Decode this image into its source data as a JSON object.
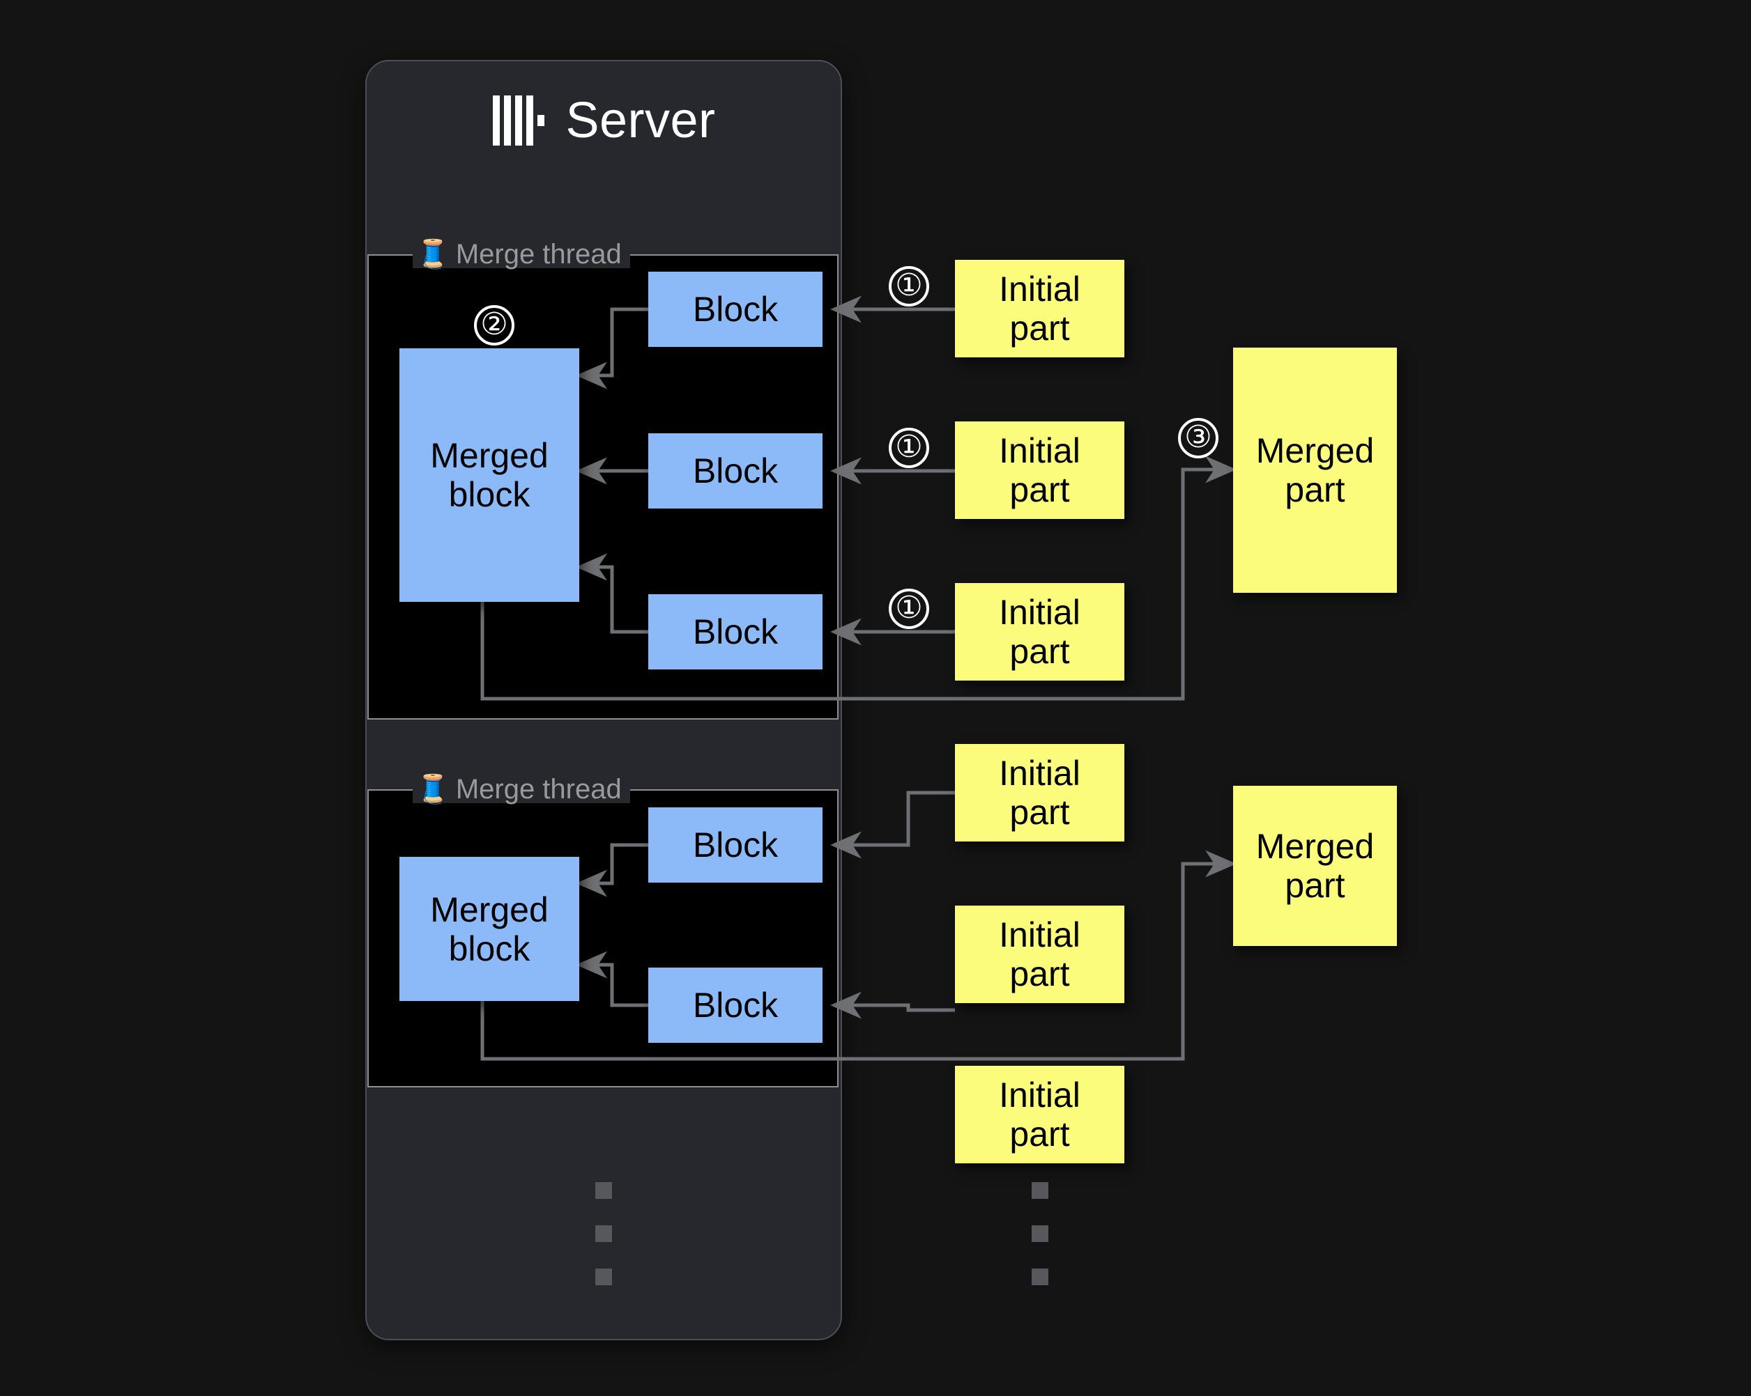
{
  "page": {
    "background_color": "#141414"
  },
  "server": {
    "title": "Server",
    "logo_icon": "clickhouse-logo-icon",
    "card_color": "#26282d",
    "border_color": "#4b4e55"
  },
  "palette": {
    "block_blue": "#8cbaf8",
    "part_yellow": "#fbfb7c",
    "wire_gray": "#6e7073",
    "label_gray": "#9a9a9a",
    "dot_gray": "#56585b"
  },
  "threads": [
    {
      "label": "Merge thread",
      "emoji": "🧵",
      "merged_block_label": "Merged\nblock",
      "merged_block_line1": "Merged",
      "merged_block_line2": "block",
      "blocks": [
        {
          "label": "Block"
        },
        {
          "label": "Block"
        },
        {
          "label": "Block"
        }
      ],
      "step_marker": "②"
    },
    {
      "label": "Merge thread",
      "emoji": "🧵",
      "merged_block_label": "Merged\nblock",
      "merged_block_line1": "Merged",
      "merged_block_line2": "block",
      "blocks": [
        {
          "label": "Block"
        },
        {
          "label": "Block"
        }
      ],
      "step_marker": ""
    }
  ],
  "initial_parts": [
    {
      "line1": "Initial",
      "line2": "part",
      "step_marker": "①"
    },
    {
      "line1": "Initial",
      "line2": "part",
      "step_marker": "①"
    },
    {
      "line1": "Initial",
      "line2": "part",
      "step_marker": "①"
    },
    {
      "line1": "Initial",
      "line2": "part",
      "step_marker": ""
    },
    {
      "line1": "Initial",
      "line2": "part",
      "step_marker": ""
    },
    {
      "line1": "Initial",
      "line2": "part",
      "step_marker": ""
    }
  ],
  "merged_parts": [
    {
      "line1": "Merged",
      "line2": "part",
      "step_marker": "③"
    },
    {
      "line1": "Merged",
      "line2": "part",
      "step_marker": ""
    }
  ],
  "ellipsis": {
    "server_column_dots": 3,
    "parts_column_dots": 3
  }
}
